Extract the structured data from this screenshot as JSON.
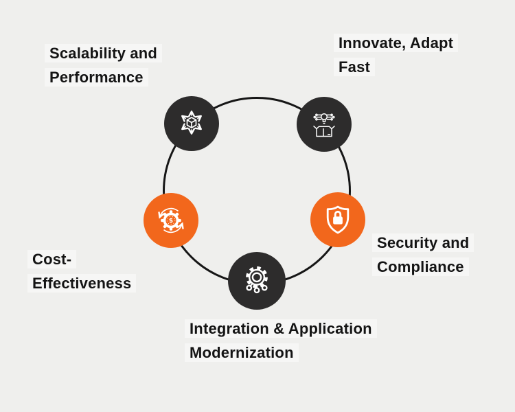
{
  "diagram": {
    "background": "#EFEFED",
    "ring_color": "#161616",
    "palette": {
      "dark_node": "#2D2C2C",
      "orange_node": "#F2671C",
      "icon_color": "#FFFFFF",
      "text_color": "#141414"
    },
    "nodes": [
      {
        "label": "Scalability and\nPerformance",
        "icon": "cube-scale-out-icon",
        "variant": "dark"
      },
      {
        "label": "Innovate, Adapt\nFast",
        "icon": "idea-out-of-box-icon",
        "variant": "dark"
      },
      {
        "label": "Cost-\nEffectiveness",
        "icon": "gear-dollar-cycle-icon",
        "variant": "orange"
      },
      {
        "label": "Security and\nCompliance",
        "icon": "shield-lock-icon",
        "variant": "orange"
      },
      {
        "label": "Integration & Application\nModernization",
        "icon": "gear-network-icon",
        "variant": "dark"
      },
      {
        "dollar_glyph": "$"
      }
    ]
  }
}
